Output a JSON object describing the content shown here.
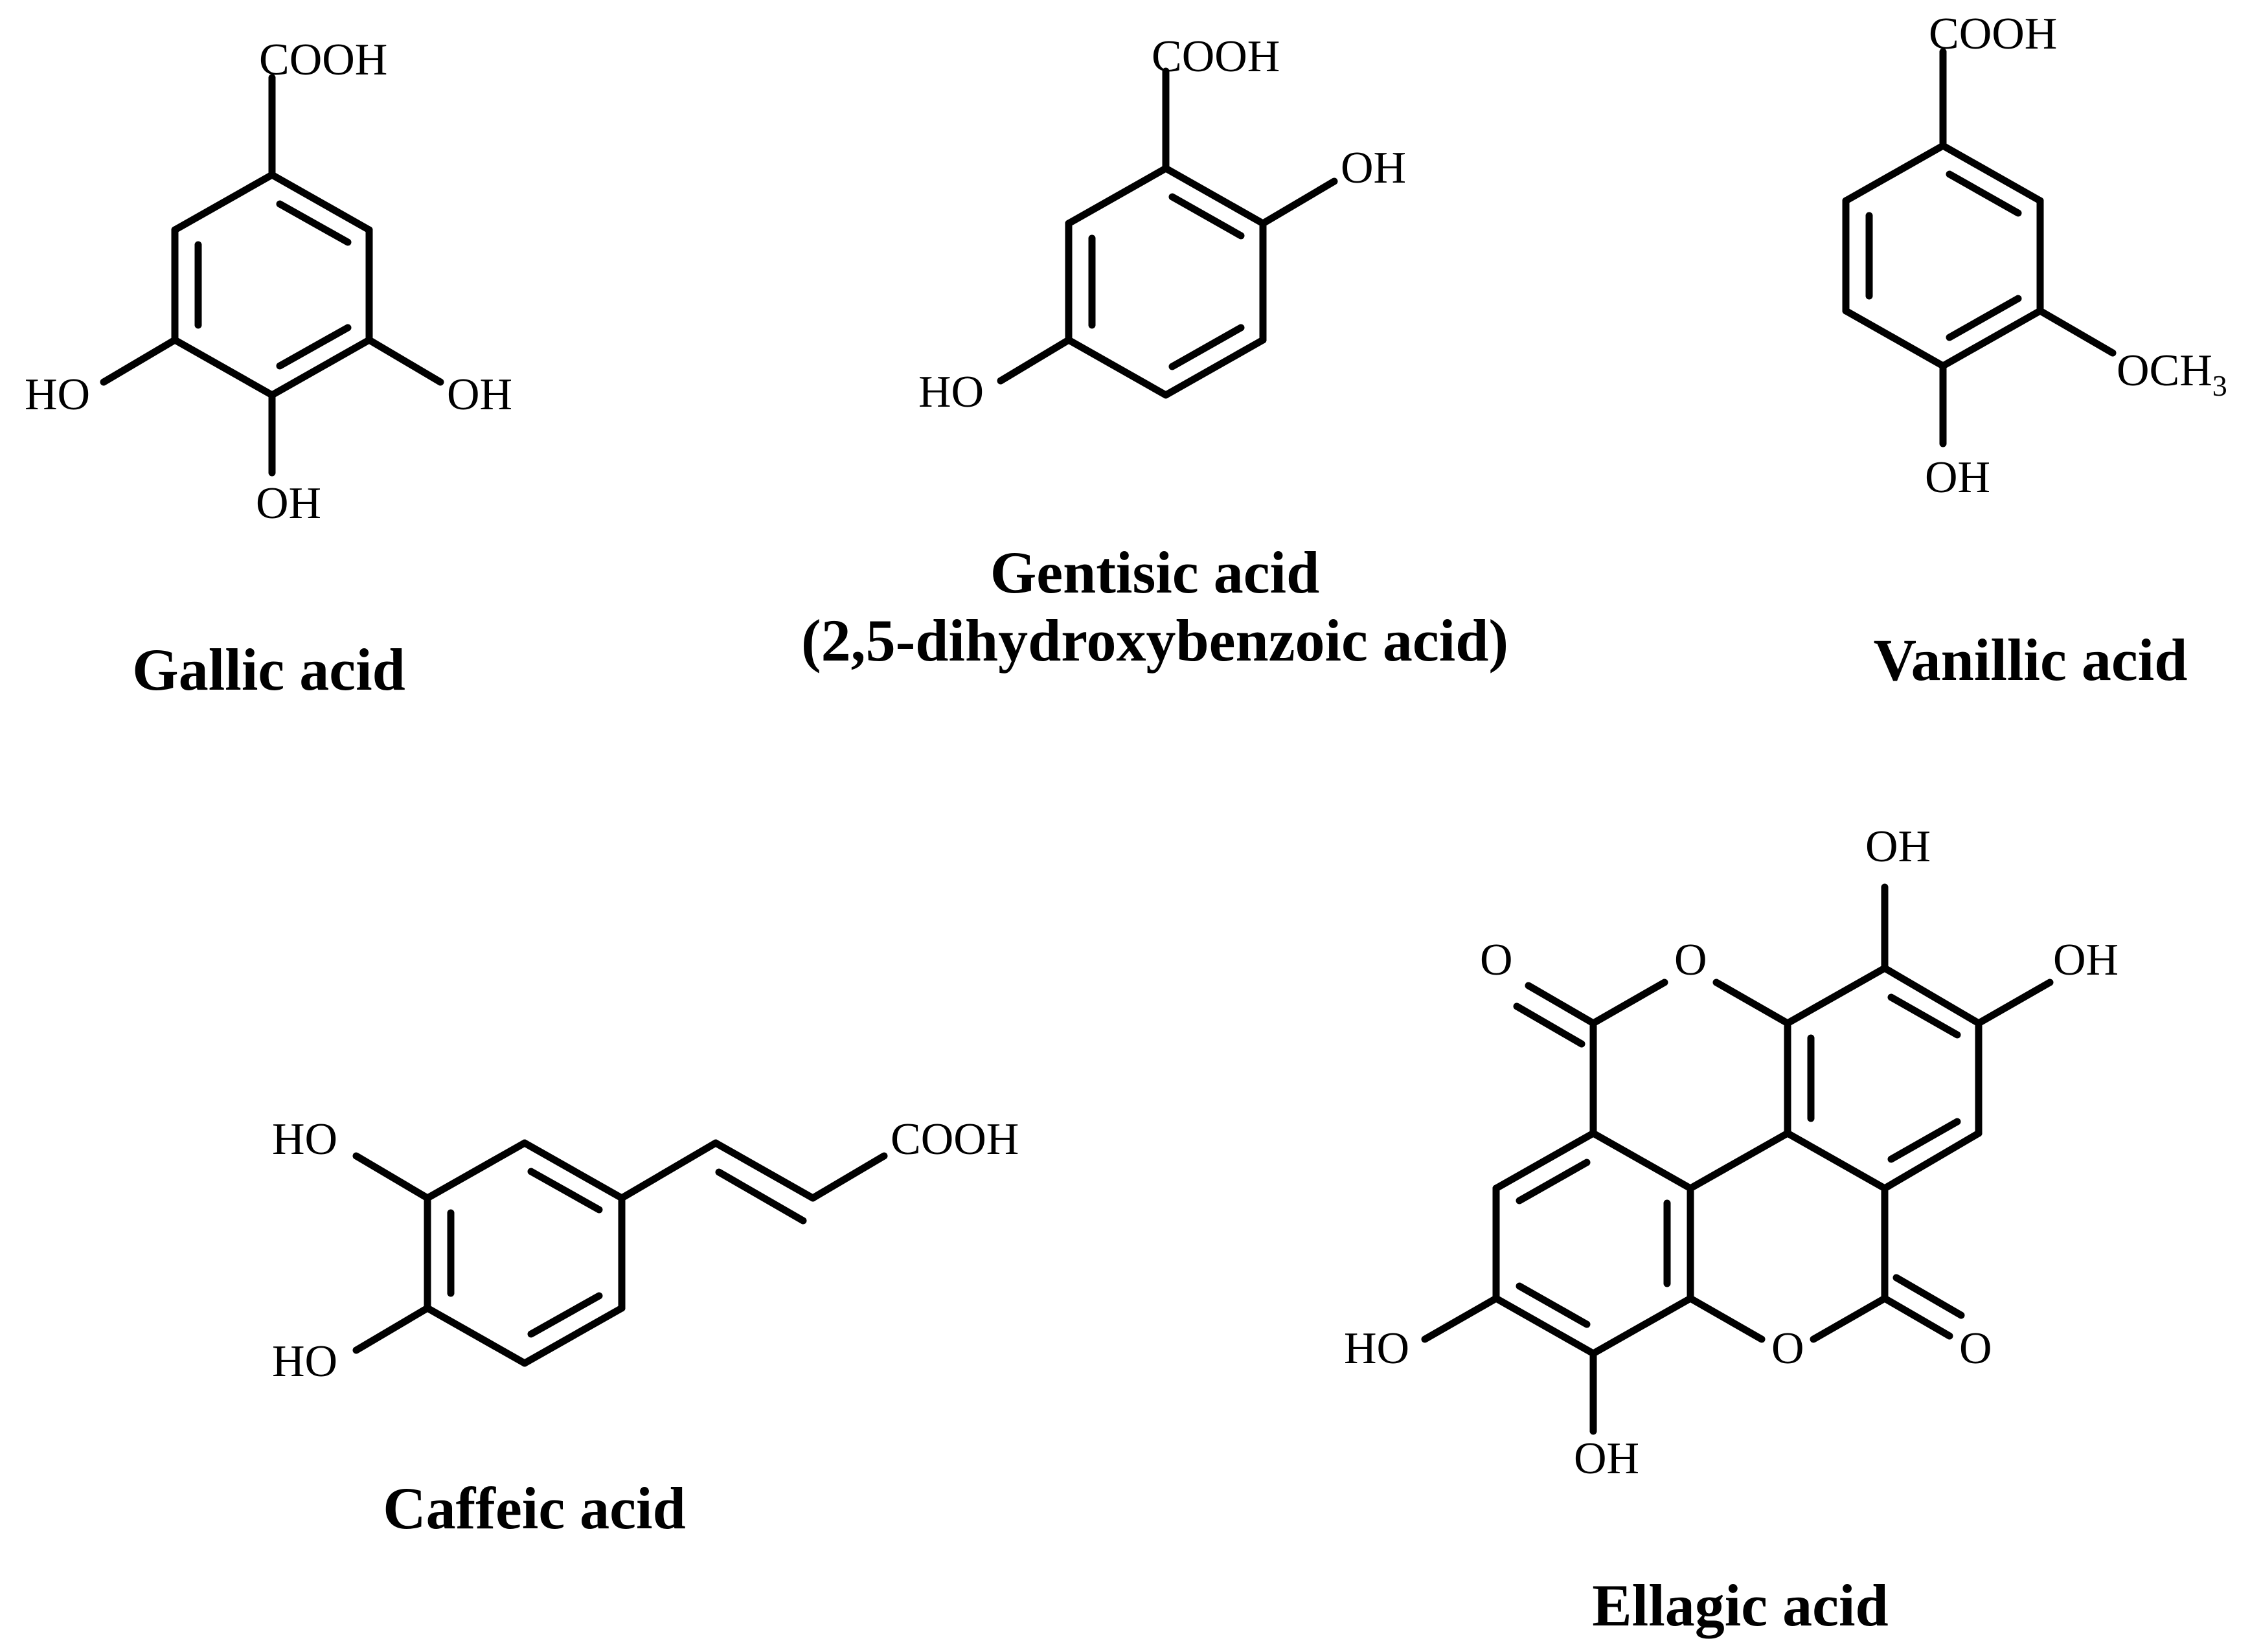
{
  "molecules": {
    "gallic": {
      "name": "Gallic acid",
      "cooh": "COOH",
      "oh_left": "HO",
      "oh_right": "OH",
      "oh_bottom": "OH"
    },
    "gentisic": {
      "name": "Gentisic acid",
      "name_line2": "(2,5-dihydroxybenzoic acid)",
      "cooh": "COOH",
      "oh_right": "OH",
      "oh_left": "HO"
    },
    "vanillic": {
      "name": "Vanillic acid",
      "cooh": "COOH",
      "och": "OCH",
      "och_sub": "3",
      "oh_bottom": "OH"
    },
    "caffeic": {
      "name": "Caffeic acid",
      "oh_top": "HO",
      "oh_bottom": "HO",
      "cooh": "COOH"
    },
    "ellagic": {
      "name": "Ellagic acid",
      "oh_top": "OH",
      "oh_right": "OH",
      "o_keto_top": "O",
      "o_ring_top": "O",
      "oh_left": "HO",
      "o_ring_bottom": "O",
      "o_keto_bottom": "O",
      "oh_bottom": "OH"
    }
  }
}
